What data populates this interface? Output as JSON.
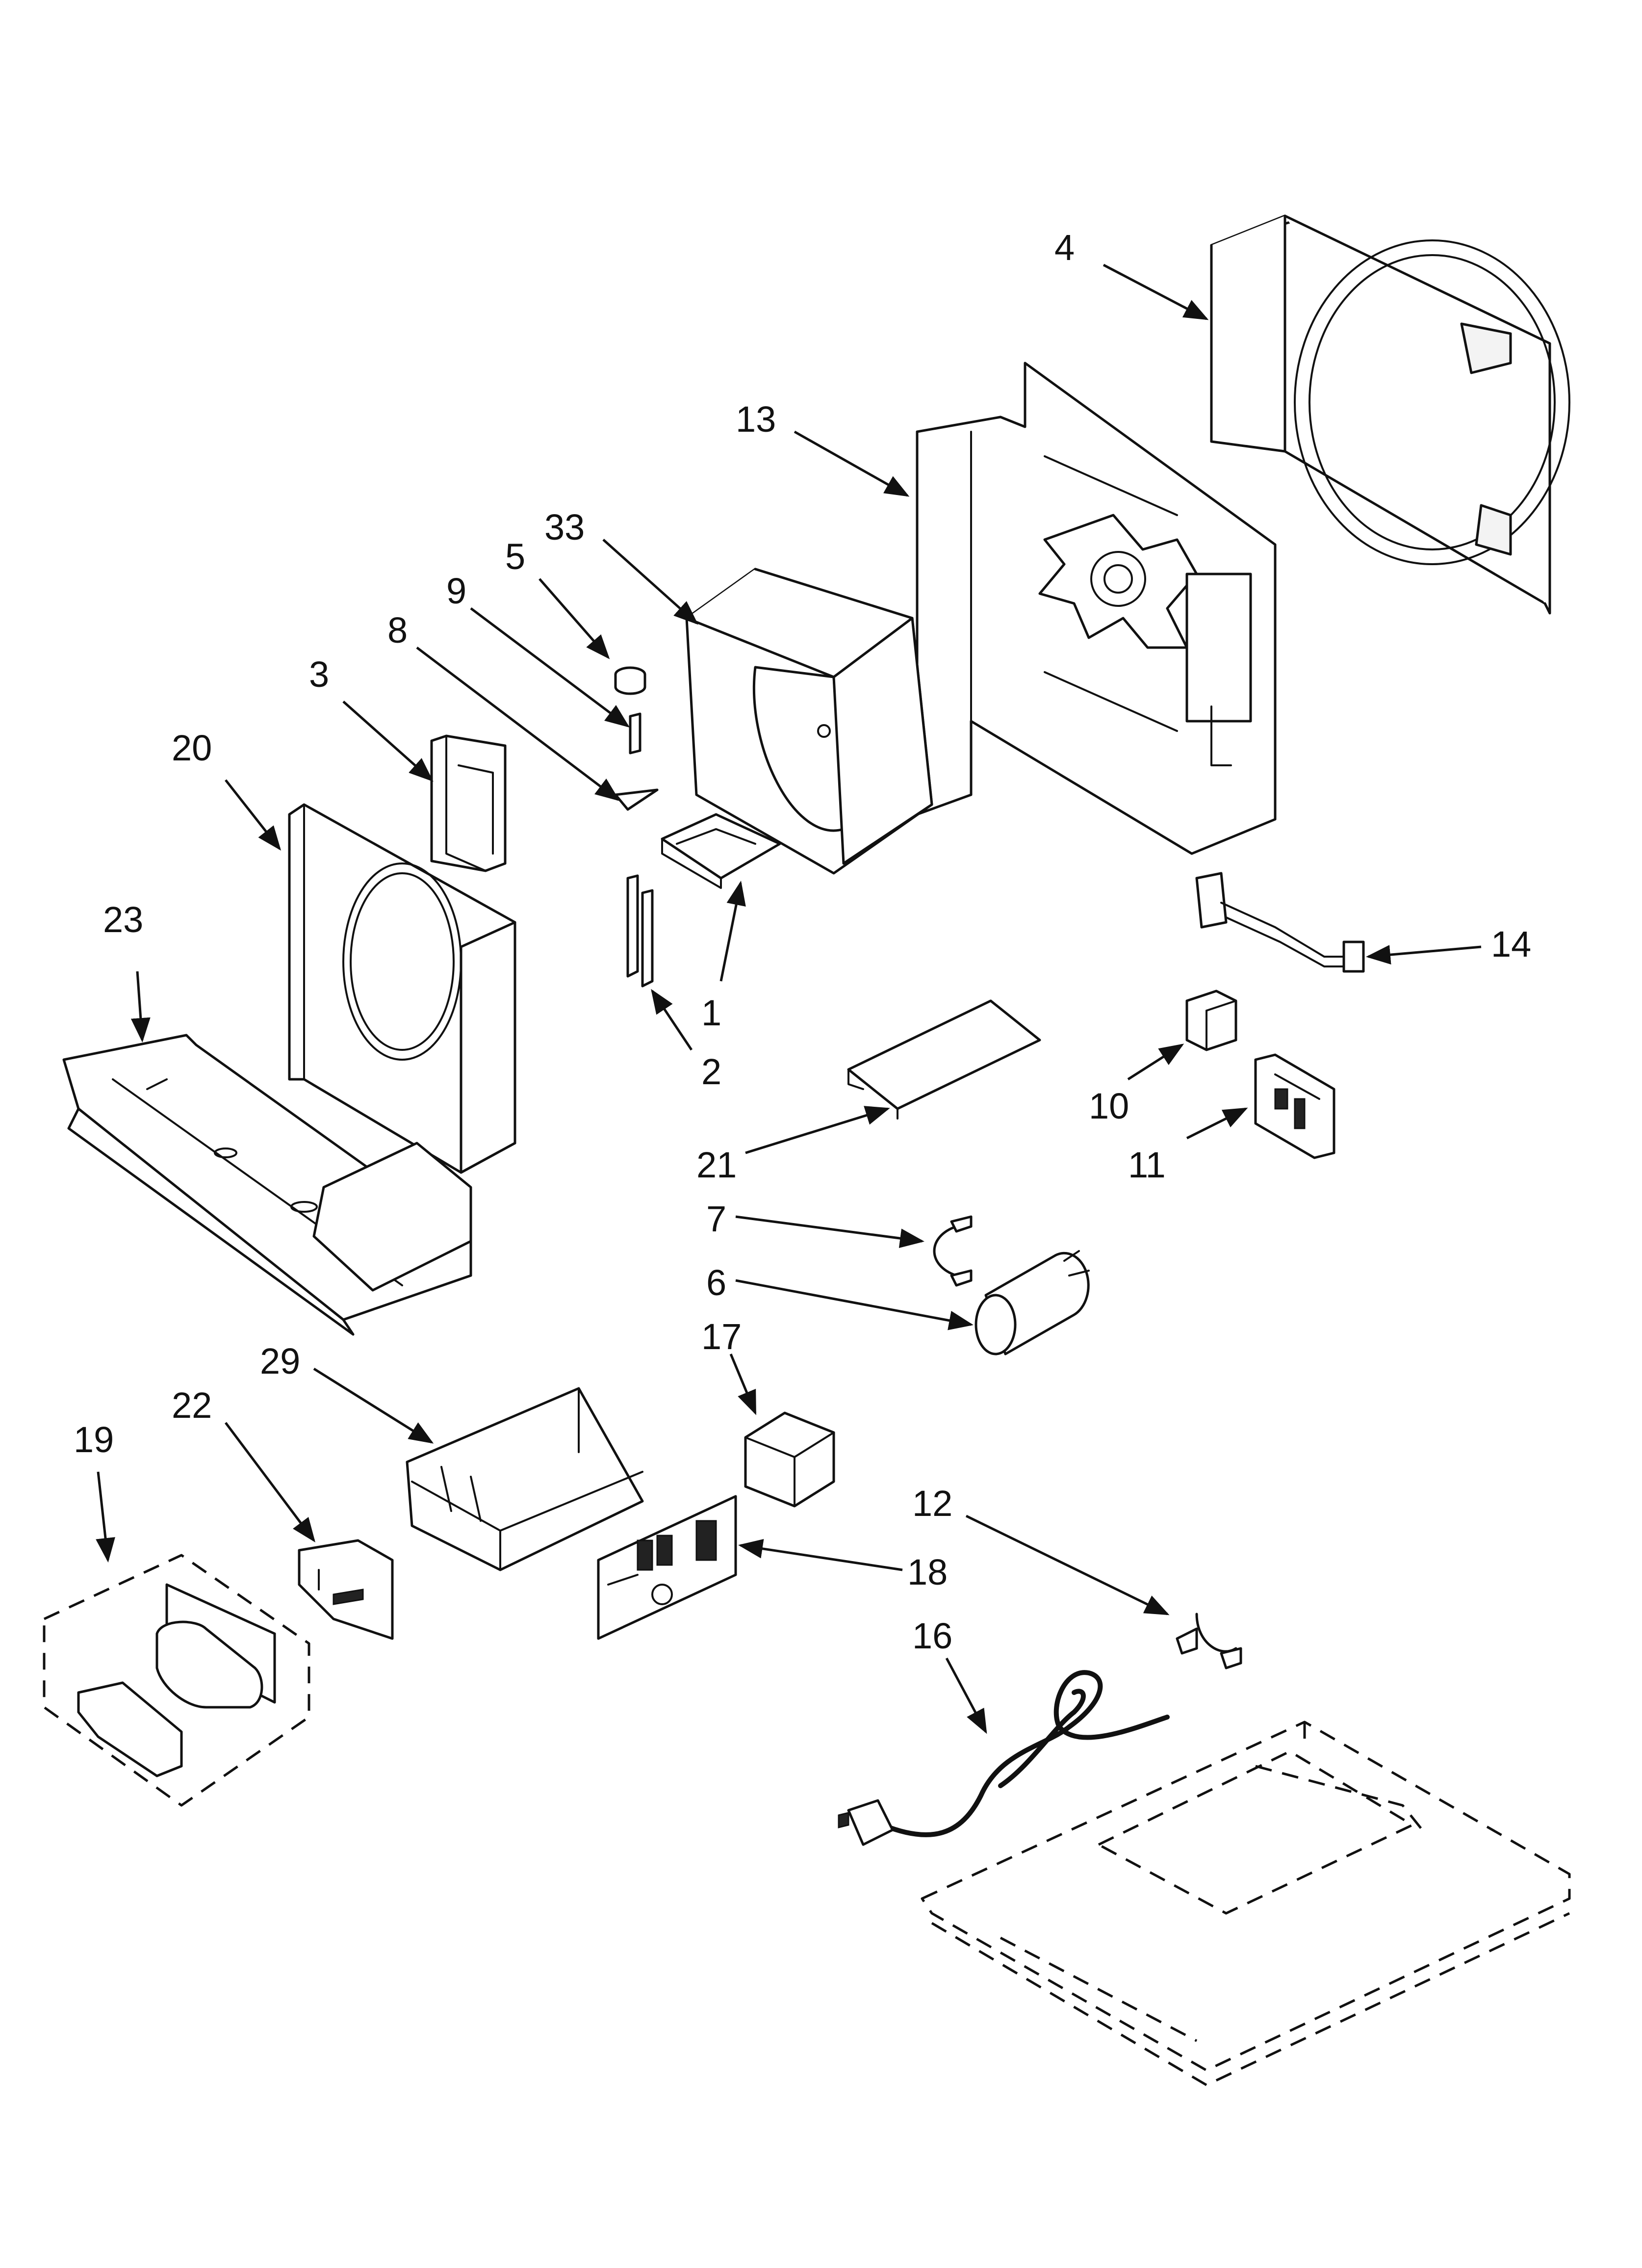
{
  "diagram": {
    "callouts": {
      "c1": "1",
      "c2": "2",
      "c3": "3",
      "c4": "4",
      "c5": "5",
      "c6": "6",
      "c7": "7",
      "c8": "8",
      "c9": "9",
      "c10": "10",
      "c11": "11",
      "c12": "12",
      "c13": "13",
      "c14": "14",
      "c16": "16",
      "c17": "17",
      "c18": "18",
      "c19": "19",
      "c20": "20",
      "c21": "21",
      "c22": "22",
      "c23": "23",
      "c29": "29",
      "c33": "33"
    },
    "colors": {
      "line": "#111111",
      "background": "#ffffff"
    }
  }
}
